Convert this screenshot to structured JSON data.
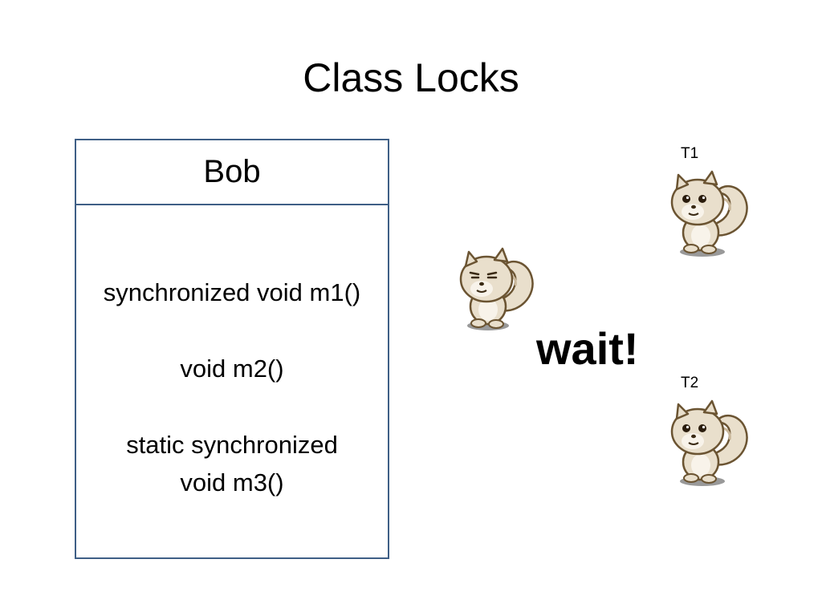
{
  "slide": {
    "title": "Class Locks",
    "class_box": {
      "name": "Bob",
      "methods": [
        "synchronized void m1()",
        "void m2()",
        "static synchronized\nvoid m3()"
      ]
    },
    "threads": [
      {
        "label": "T1"
      },
      {
        "label": "T2"
      }
    ],
    "wait_text": "wait!",
    "colors": {
      "box_border": "#3f5f86",
      "squirrel_body": "#e9dfcc",
      "squirrel_outline": "#6b5432"
    }
  }
}
